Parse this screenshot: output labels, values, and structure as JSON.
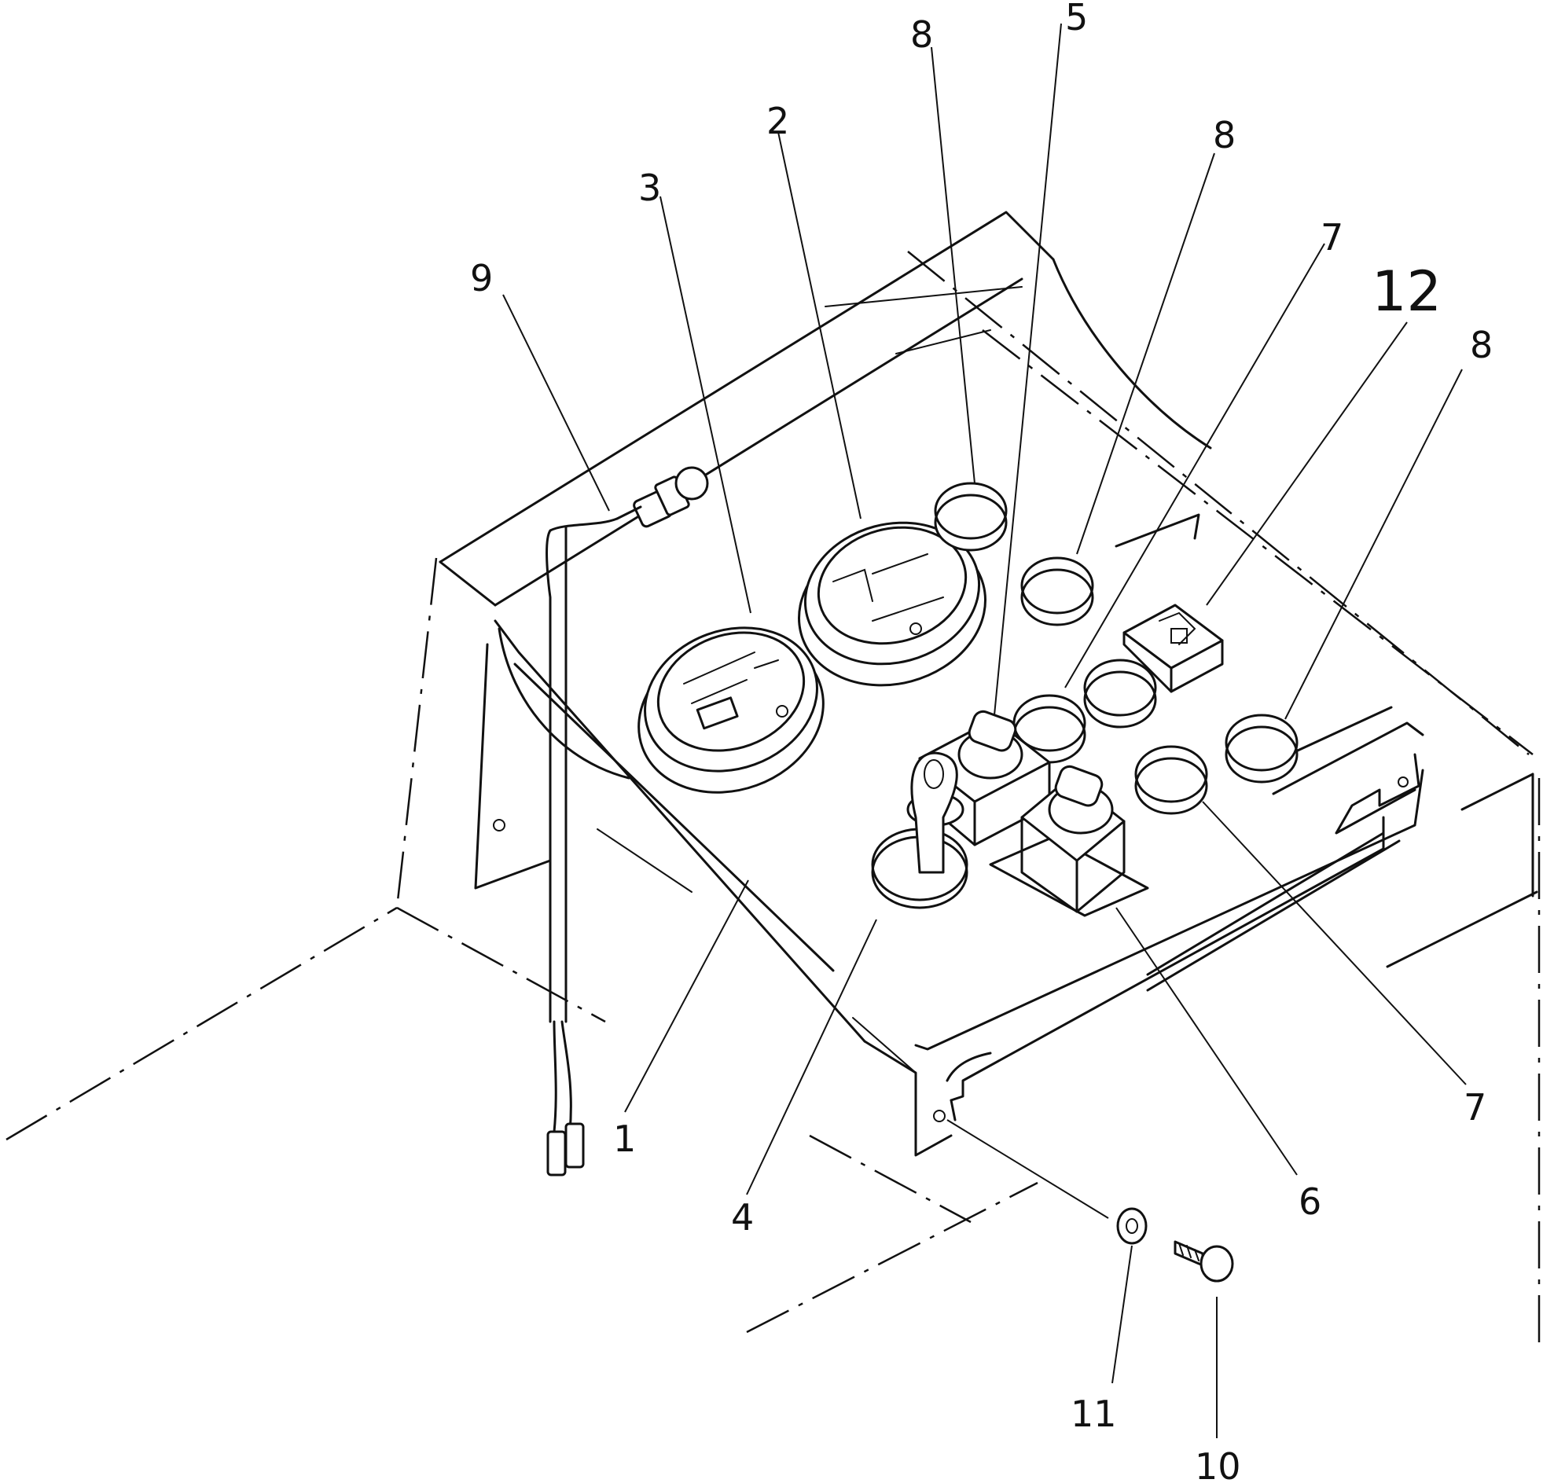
{
  "callouts": {
    "c1": "1",
    "c2": "2",
    "c3": "3",
    "c4": "4",
    "c5": "5",
    "c6": "6",
    "c7a": "7",
    "c7b": "7",
    "c8a": "8",
    "c8b": "8",
    "c8c": "8",
    "c9": "9",
    "c10": "10",
    "c11": "11",
    "c12": "12"
  }
}
